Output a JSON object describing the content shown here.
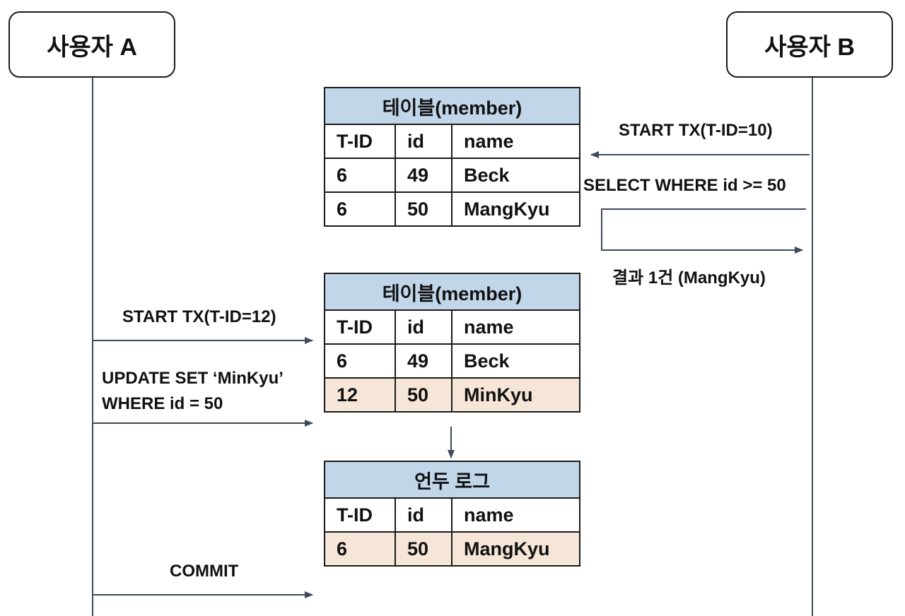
{
  "actors": {
    "a": "사용자 A",
    "b": "사용자 B"
  },
  "messages": {
    "b_start_tx": "START TX(T-ID=10)",
    "b_select": "SELECT WHERE id >= 50",
    "b_result": "결과 1건 (MangKyu)",
    "a_start_tx": "START TX(T-ID=12)",
    "a_update_line1": "UPDATE SET ‘MinKyu’",
    "a_update_line2": "WHERE id = 50",
    "a_commit": "COMMIT"
  },
  "tables": {
    "before": {
      "title": "테이블(member)",
      "columns": [
        "T-ID",
        "id",
        "name"
      ],
      "rows": [
        [
          "6",
          "49",
          "Beck"
        ],
        [
          "6",
          "50",
          "MangKyu"
        ]
      ]
    },
    "after": {
      "title": "테이블(member)",
      "columns": [
        "T-ID",
        "id",
        "name"
      ],
      "rows": [
        [
          "6",
          "49",
          "Beck"
        ],
        [
          "12",
          "50",
          "MinKyu"
        ]
      ]
    },
    "undo_log": {
      "title": "언두 로그",
      "columns": [
        "T-ID",
        "id",
        "name"
      ],
      "rows": [
        [
          "6",
          "50",
          "MangKyu"
        ]
      ]
    }
  },
  "colors": {
    "header_fill": "#c2d6ea",
    "highlight_fill": "#f5e6d8",
    "arrow": "#3d4a5c"
  }
}
